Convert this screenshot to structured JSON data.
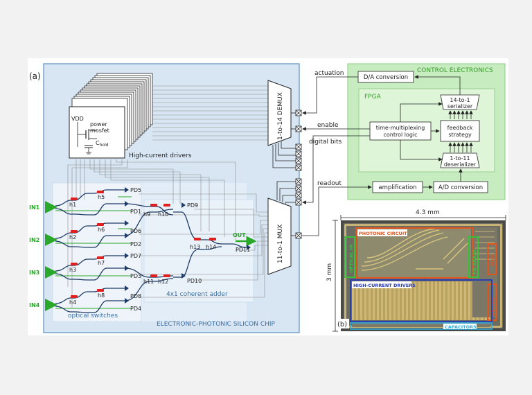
{
  "panel_labels": {
    "a": "(a)",
    "b": "(b)"
  },
  "chip": {
    "title": "ELECTRONIC-PHOTONIC SILICON CHIP",
    "drivers_label": "High-current drivers",
    "vdd": "VDD",
    "mosfet_line1": "power",
    "mosfet_line2": "mosfet",
    "chold_main": "C",
    "chold_sub": "hold",
    "demux_label": "1-to-14 DEMUX",
    "mux_label": "11-to-1 MUX",
    "optical_switches_label": "optical switches",
    "adder_label": "4x1 coherent adder",
    "out_label": "OUT"
  },
  "inputs": [
    "IN1",
    "IN2",
    "IN3",
    "IN4"
  ],
  "heaters": [
    "h1",
    "h2",
    "h3",
    "h4",
    "h5",
    "h6",
    "h7",
    "h8",
    "h9",
    "h10",
    "h11",
    "h12",
    "h13",
    "h14"
  ],
  "photodiodes": [
    "PD1",
    "PD2",
    "PD3",
    "PD4",
    "PD5",
    "PD6",
    "PD7",
    "PD8",
    "PD9",
    "PD10",
    "PD11"
  ],
  "signals": {
    "actuation": "actuation",
    "enable": "enable",
    "digital_bits": "digital bits",
    "readout": "readout"
  },
  "control": {
    "title": "CONTROL ELECTRONICS",
    "fpga": "FPGA",
    "da_conversion": "D/A conversion",
    "serializer_line1": "14-to-1",
    "serializer_line2": "serializer",
    "time_mux_line1": "time-multiplexing",
    "time_mux_line2": "control logic",
    "feedback_line1": "feedback",
    "feedback_line2": "strategy",
    "deserializer_line1": "1-to-11",
    "deserializer_line2": "deserializer",
    "amplification": "amplification",
    "ad_conversion": "A/D conversion"
  },
  "photo": {
    "width_label": "4.3 mm",
    "height_label": "3 mm",
    "photonic_circuit": "PHOTONIC CIRCUIT",
    "high_current_drivers": "HIGH-CURRENT DRIVERS",
    "capacitors": "CAPACITORS",
    "optical_in": "OPTICAL IN",
    "pd_array": "PD ARRAY",
    "mux": "MUX",
    "demux": "DEMUX"
  },
  "colors": {
    "chip_bg": "#d8e6f3",
    "chip_border": "#5b8fbf",
    "control_bg": "#c6ecc0",
    "fpga_bg": "#def5d8",
    "green_text": "#3a9a2a",
    "heater": "#e02020",
    "input_arrow": "#2aa82a",
    "waveguide": "#1f3b66",
    "photo_photonic": "#e2551e",
    "photo_drivers": "#2a3fb0",
    "photo_capacitors": "#2ab0e0",
    "photo_green": "#38c038"
  }
}
